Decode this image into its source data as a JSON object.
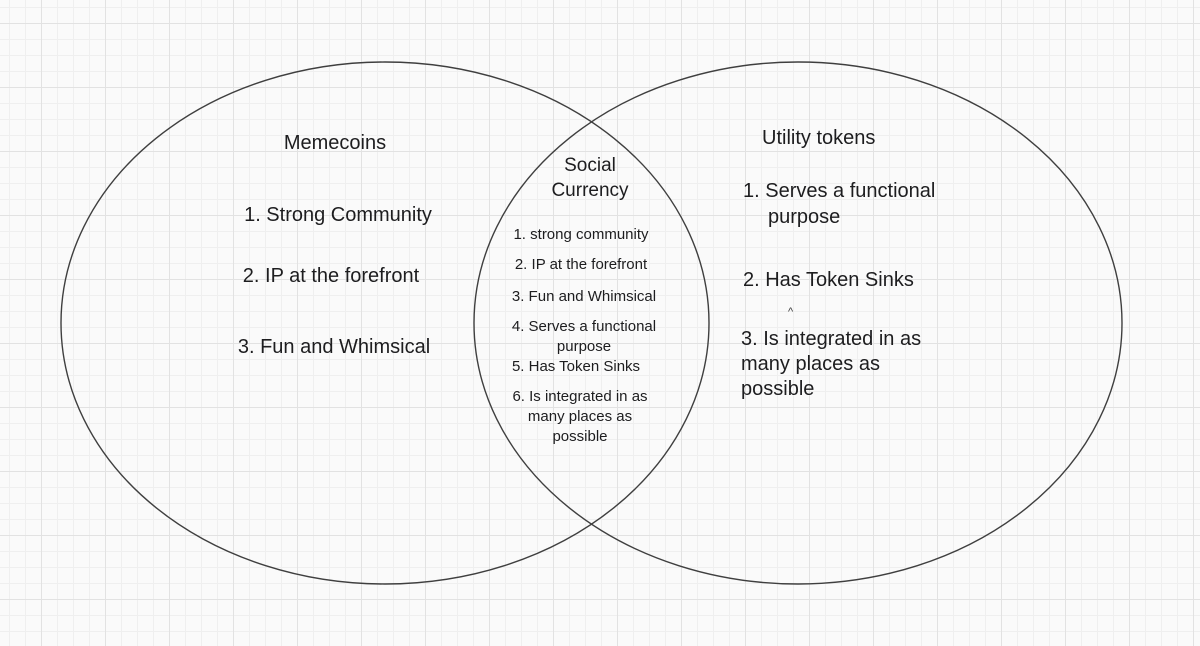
{
  "canvas": {
    "background_color": "#fafafa",
    "grid_minor_color": "#efefef",
    "grid_major_color": "#e2e2e2",
    "shape_stroke_color": "#3f3f3f",
    "text_color": "#1d1d1f"
  },
  "diagram": {
    "type": "venn",
    "left_circle": {
      "title": "Memecoins",
      "items": [
        "1. Strong Community",
        "2. IP at the forefront",
        "3. Fun and Whimsical"
      ]
    },
    "overlap": {
      "title": "Social Currency",
      "items": [
        "1. strong community",
        "2. IP at the forefront",
        "3. Fun and Whimsical",
        "4. Serves a functional purpose",
        "5. Has Token Sinks",
        "6. Is integrated in as many places as possible"
      ]
    },
    "right_circle": {
      "title": "Utility tokens",
      "items": [
        "1. Serves a functional purpose",
        "2. Has Token Sinks",
        "3. Is integrated in as many places as possible"
      ]
    },
    "stray_caret": "^"
  }
}
